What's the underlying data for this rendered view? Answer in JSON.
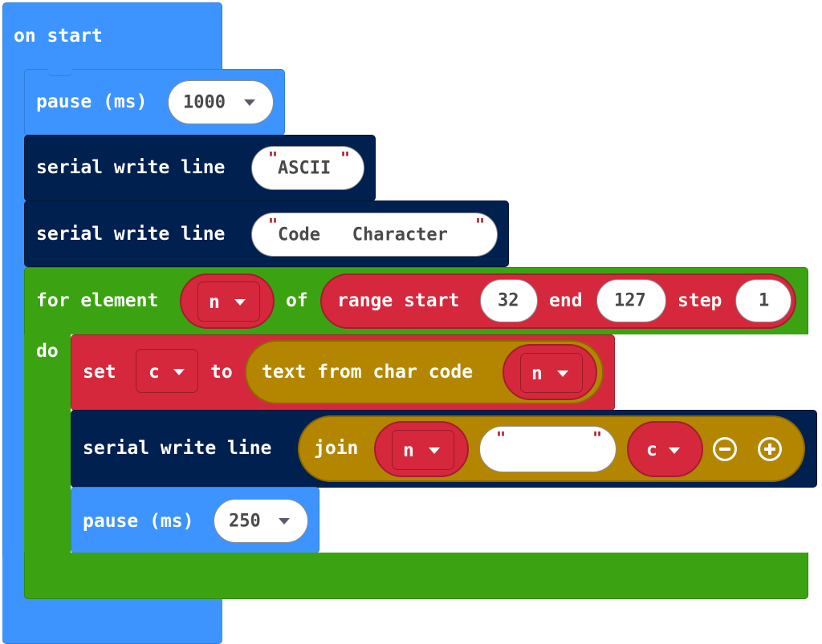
{
  "on_start": {
    "label": "on start"
  },
  "pause1": {
    "label": "pause (ms)",
    "value": "1000"
  },
  "serial1": {
    "label": "serial write line",
    "value": "ASCII"
  },
  "serial2": {
    "label": "serial write line",
    "value": "Code   Character"
  },
  "for_loop": {
    "label": "for element",
    "var": "n",
    "of_label": "of",
    "do_label": "do",
    "range": {
      "start_label": "range start",
      "start": "32",
      "end_label": "end",
      "end": "127",
      "step_label": "step",
      "step": "1"
    }
  },
  "set_block": {
    "label": "set",
    "var": "c",
    "to_label": "to",
    "func_label": "text from char code",
    "arg": "n"
  },
  "serial3": {
    "label": "serial write line",
    "join_label": "join",
    "arg1": "n",
    "arg2": "",
    "arg3": "c"
  },
  "pause2": {
    "label": "pause (ms)",
    "value": "250"
  },
  "colors": {
    "event": "#3d94ff",
    "serial": "#002050",
    "loop": "#3ba312",
    "variable": "#d6283d",
    "text": "#b48600",
    "math": "#d6283d"
  }
}
